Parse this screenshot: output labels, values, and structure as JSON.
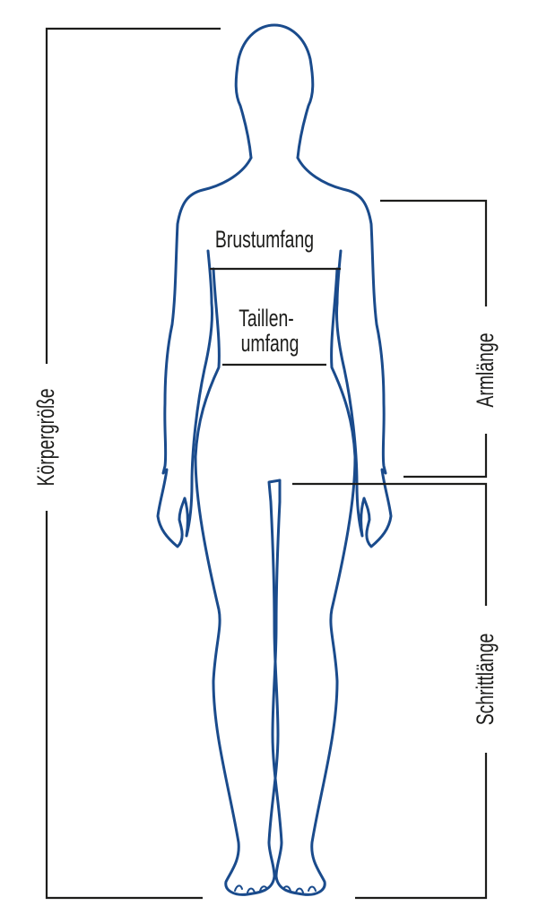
{
  "labels": {
    "height": "Körpergröße",
    "arm_length": "Armlänge",
    "inseam": "Schrittlänge",
    "chest": "Brustumfang",
    "waist_line1": "Taillen-",
    "waist_line2": "umfang"
  },
  "colors": {
    "body_outline": "#1a4b8c",
    "measure_lines": "#1d1d1b",
    "text": "#1d1d1b"
  }
}
